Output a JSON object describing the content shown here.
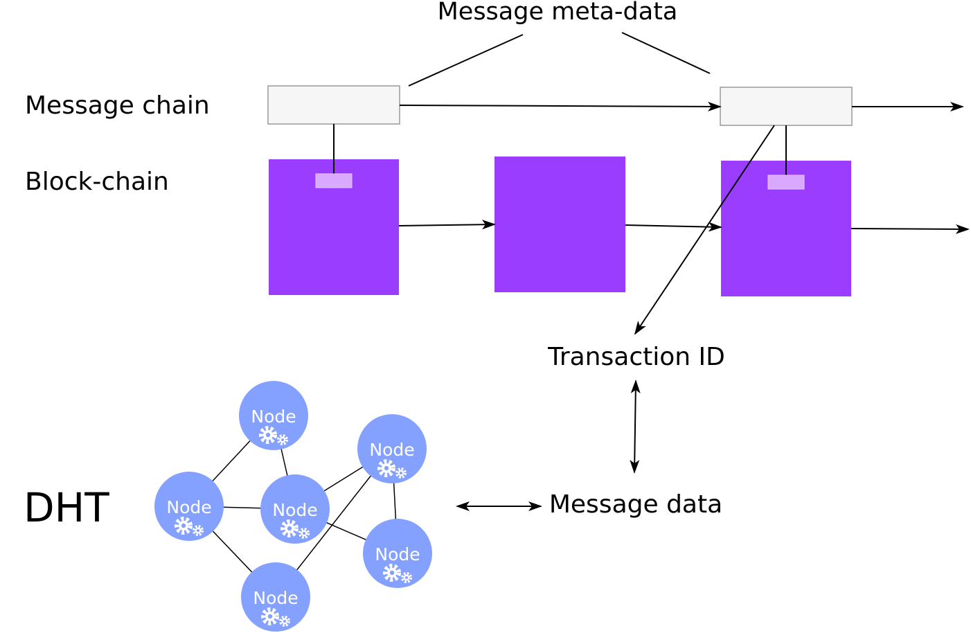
{
  "labels": {
    "meta_data": "Message meta-data",
    "message_chain": "Message chain",
    "block_chain": "Block-chain",
    "transaction_id": "Transaction ID",
    "message_data": "Message data",
    "dht": "DHT"
  },
  "node_label": "Node",
  "nodes": [
    {
      "id": "n1",
      "label": "Node"
    },
    {
      "id": "n2",
      "label": "Node"
    },
    {
      "id": "n3",
      "label": "Node"
    },
    {
      "id": "n4",
      "label": "Node"
    },
    {
      "id": "n5",
      "label": "Node"
    },
    {
      "id": "n6",
      "label": "Node"
    }
  ],
  "colors": {
    "block": "#9b3dff",
    "block_marker": "#d9a8ff",
    "message_box_fill": "#f6f6f6",
    "message_box_stroke": "#999999",
    "node": "#85a1ff",
    "line": "#000000"
  }
}
